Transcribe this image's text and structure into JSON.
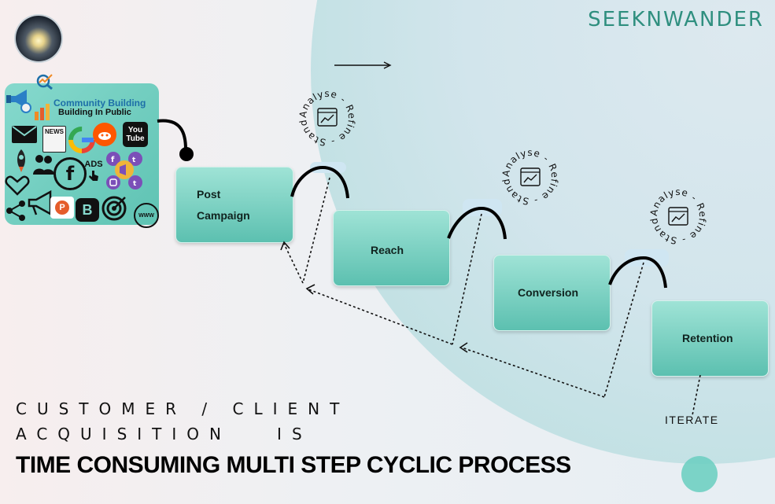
{
  "brand": "SEEKNWANDER",
  "social_card": {
    "title": "Community Building",
    "subtitle": "Building In Public",
    "icons": [
      "megaphone-icon",
      "chart-icon",
      "magnifier-icon",
      "mail-icon",
      "news-icon",
      "google-icon",
      "reddit-icon",
      "youtube-icon",
      "rocket-icon",
      "people-icon",
      "facebook-icon",
      "ads-icon",
      "target-icon",
      "handshake-icon",
      "share-icon",
      "product-hunt-icon",
      "blogger-icon",
      "www-icon",
      "instagram-icon",
      "twitter-icon",
      "tumblr-icon"
    ],
    "labels": {
      "news": "NEWS",
      "youtube_top": "You",
      "youtube_bottom": "Tube",
      "ads": "ADS",
      "www": "WWW",
      "blogger": "B",
      "product_hunt": "P"
    }
  },
  "steps": [
    {
      "label_line1": "Post",
      "label_line2": "Campaign"
    },
    {
      "label": "Reach"
    },
    {
      "label": "Conversion"
    },
    {
      "label": "Retention"
    }
  ],
  "cycle_text": "Analyse - Refine - Stand Out -",
  "iterate_label": "ITERATE",
  "headline_line1": "CUSTOMER / CLIENT",
  "headline_line2": "ACQUISITION   IS",
  "headline": "TIME CONSUMING MULTI STEP CYCLIC PROCESS",
  "colors": {
    "accent": "#2f8f7f",
    "box": "#5cc0b0",
    "text": "#111111"
  }
}
